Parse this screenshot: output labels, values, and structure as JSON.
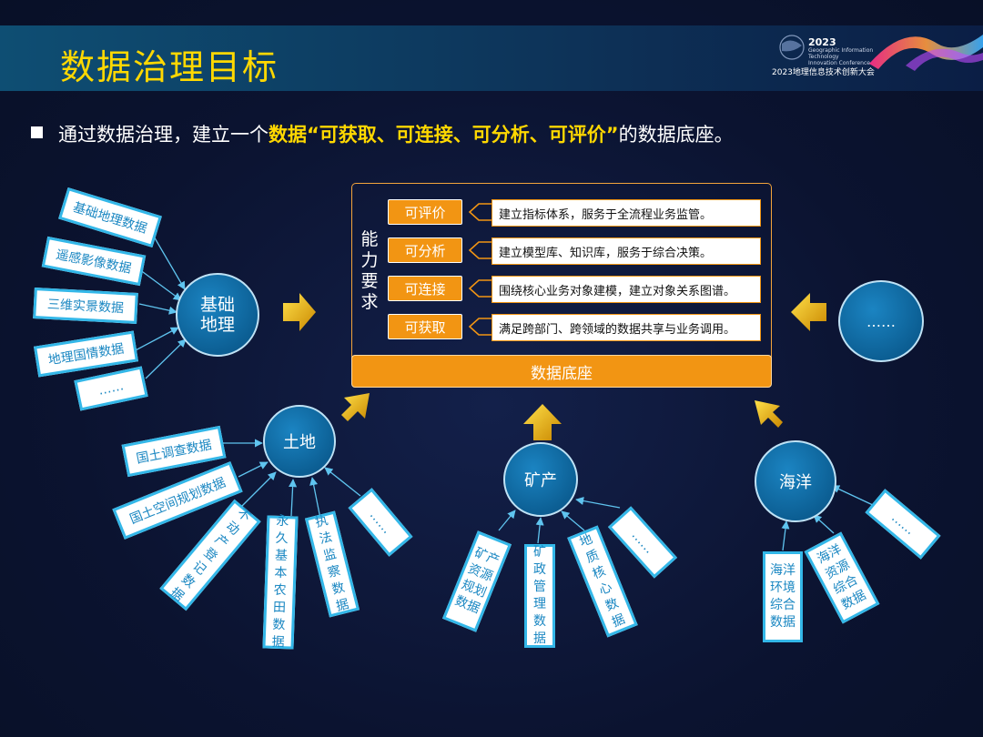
{
  "header": {
    "title": "数据治理目标",
    "logo": {
      "year": "2023",
      "lines": [
        "Geographic Information",
        "Technology",
        "Innovation Conference"
      ],
      "cn_name": "2023地理信息技术创新大会"
    }
  },
  "intro": {
    "prefix": "通过数据治理，建立一个",
    "highlight": "数据“可获取、可连接、可分析、可评价”",
    "suffix": "的数据底座。"
  },
  "capability": {
    "label": "能力要求",
    "items": [
      {
        "pill": "可评价",
        "desc": "建立指标体系，服务于全流程业务监管。"
      },
      {
        "pill": "可分析",
        "desc": "建立模型库、知识库，服务于综合决策。"
      },
      {
        "pill": "可连接",
        "desc": "围绕核心业务对象建模，建立对象关系图谱。"
      },
      {
        "pill": "可获取",
        "desc": "满足跨部门、跨领域的数据共享与业务调用。"
      }
    ],
    "base": "数据底座"
  },
  "domains": {
    "jichu": {
      "name": "基础地理",
      "tags": [
        "基础地理数据",
        "遥感影像数据",
        "三维实景数据",
        "地理国情数据",
        "……"
      ]
    },
    "tudi": {
      "name": "土地",
      "tags": [
        "国土调查数据",
        "国土空间规划数据",
        "不动产登记数据",
        "永久基本农田数据",
        "执法监察数据",
        "……"
      ]
    },
    "kuangchan": {
      "name": "矿产",
      "tags": [
        "矿产资源规划数据",
        "矿政管理数据",
        "地质核心数据",
        "……"
      ]
    },
    "haiyang": {
      "name": "海洋",
      "tags": [
        "海洋环境综合数据",
        "海洋资源综合数据",
        "……"
      ]
    },
    "other": {
      "name": "……"
    }
  },
  "colors": {
    "accent": "#ffd800",
    "orange": "#f29513",
    "tag_border": "#33b7e8",
    "circle": "#0c5f94"
  }
}
